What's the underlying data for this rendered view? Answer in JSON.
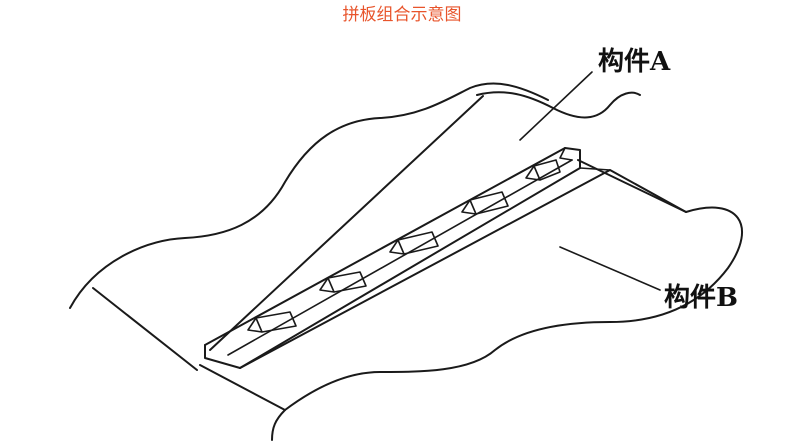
{
  "title": "拼板组合示意图",
  "labels": {
    "component_a": "构件A",
    "component_b": "构件B"
  },
  "colors": {
    "title": "#e8542b",
    "line": "#1a1a1a",
    "background": "#ffffff"
  }
}
